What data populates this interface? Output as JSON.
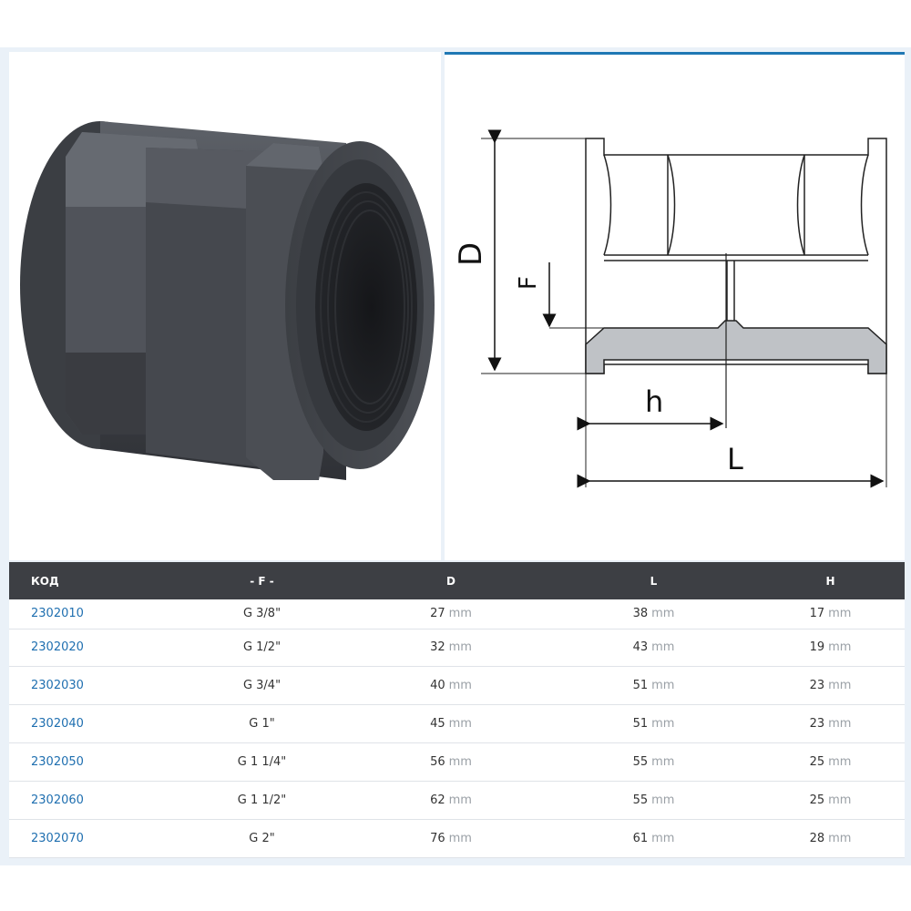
{
  "drawing": {
    "label_D": "D",
    "label_F": "F",
    "label_h": "h",
    "label_L": "L"
  },
  "table": {
    "headers": [
      "КОД",
      "- F -",
      "D",
      "L",
      "H"
    ],
    "unit": "mm",
    "rows": [
      {
        "code": "2302010",
        "f": "G 3/8\"",
        "d": "27",
        "l": "38",
        "h": "17"
      },
      {
        "code": "2302020",
        "f": "G 1/2\"",
        "d": "32",
        "l": "43",
        "h": "19"
      },
      {
        "code": "2302030",
        "f": "G 3/4\"",
        "d": "40",
        "l": "51",
        "h": "23"
      },
      {
        "code": "2302040",
        "f": "G 1\"",
        "d": "45",
        "l": "51",
        "h": "23"
      },
      {
        "code": "2302050",
        "f": "G 1 1/4\"",
        "d": "56",
        "l": "55",
        "h": "25"
      },
      {
        "code": "2302060",
        "f": "G 1 1/2\"",
        "d": "62",
        "l": "55",
        "h": "25"
      },
      {
        "code": "2302070",
        "f": "G 2\"",
        "d": "76",
        "l": "61",
        "h": "28"
      }
    ]
  },
  "colors": {
    "accent": "#1f78b4",
    "header_bg": "#3d3f44",
    "code_link": "#1f6fb0"
  }
}
